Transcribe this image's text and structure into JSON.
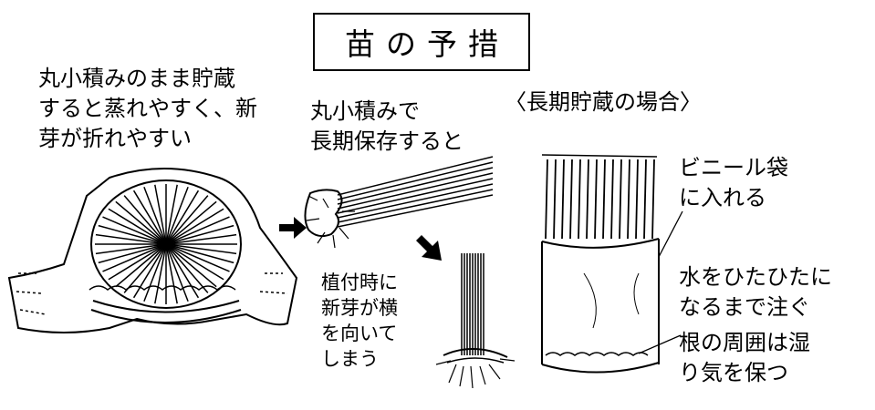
{
  "title": "苗の予措",
  "notes": {
    "rolled_storage": [
      "丸小積みのまま貯蔵",
      "すると蒸れやすく、新",
      "芽が折れやすい"
    ],
    "long_term_rolled": [
      "丸小積みで",
      "長期保存すると"
    ],
    "planting_effect": [
      "植付時に",
      "新芽が横",
      "を向いて",
      "しまう"
    ],
    "long_term_case": "〈長期貯蔵の場合〉",
    "vinyl_bag": [
      "ビニール袋",
      "に入れる"
    ],
    "water": [
      "水をひたひたに",
      "なるまで注ぐ"
    ],
    "roots": [
      "根の周囲は湿",
      "り気を保つ"
    ]
  }
}
